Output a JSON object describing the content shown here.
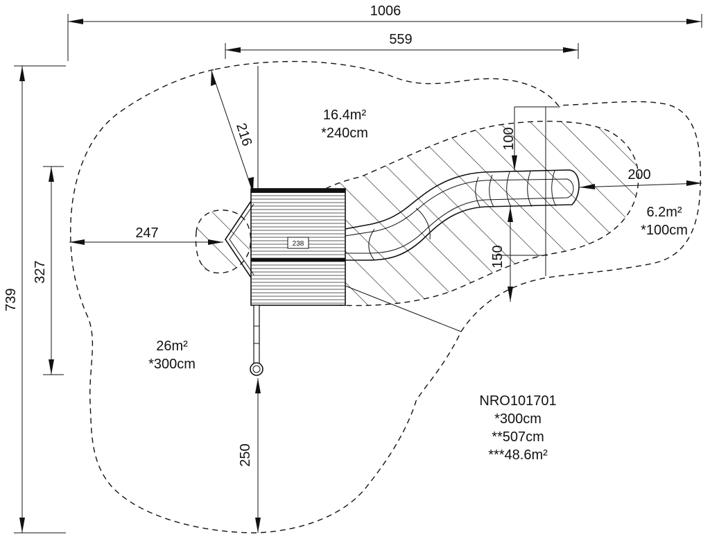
{
  "dimensions": {
    "overall_width": "1006",
    "platform_width": "559",
    "overall_height": "739",
    "left_height": "327",
    "radius_top": "216",
    "left_offset": "247",
    "bottom_offset": "250",
    "slide_offset_top": "100",
    "slide_offset_bottom": "150",
    "slide_end_offset": "200"
  },
  "areas": {
    "top": {
      "area": "16.4m²",
      "height": "*240cm"
    },
    "right": {
      "area": "6.2m²",
      "height": "*100cm"
    },
    "left": {
      "area": "26m²",
      "height": "*300cm"
    }
  },
  "component_label": "238",
  "product": {
    "code": "NRO101701",
    "line1": "*300cm",
    "line2": "**507cm",
    "line3": "***48.6m²"
  }
}
